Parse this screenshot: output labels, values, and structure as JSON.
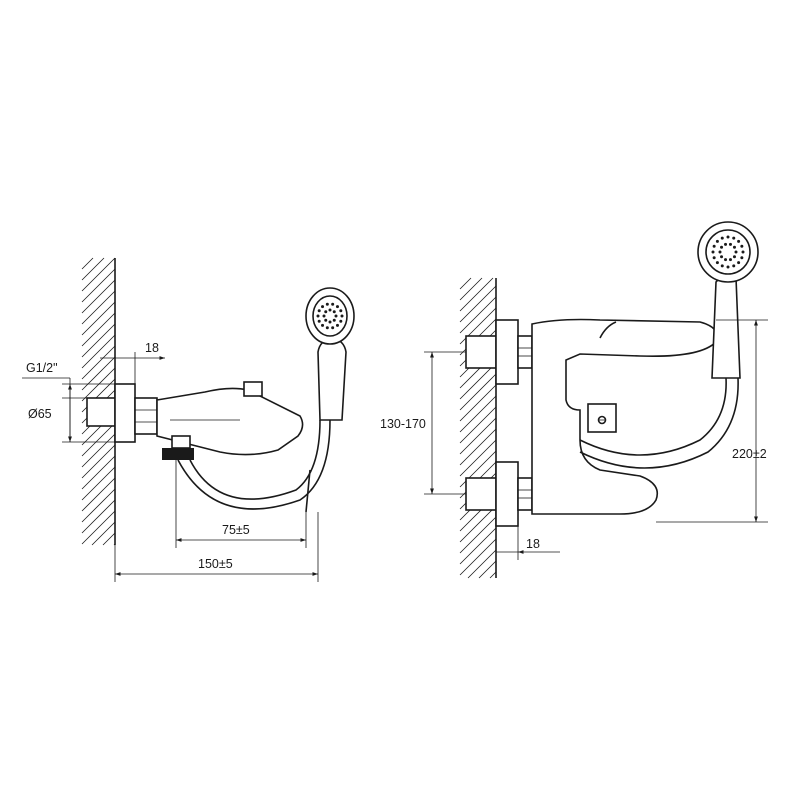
{
  "left_view": {
    "labels": {
      "thread": "G1/2\"",
      "offset": "18",
      "diameter": "Ø65",
      "spout": "75±5",
      "length": "150±5"
    }
  },
  "right_view": {
    "labels": {
      "spacing": "130-170",
      "height": "220±2",
      "offset": "18"
    }
  }
}
